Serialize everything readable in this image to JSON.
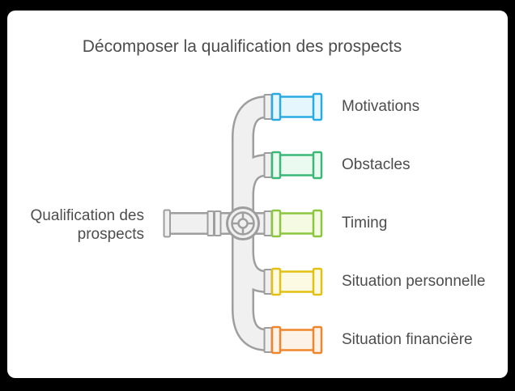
{
  "palette": {
    "background": "#000000",
    "panel": "#ffffff",
    "text": "#4d4d4d",
    "pipe_fill": "#f0f0f0",
    "pipe_stroke": "#9e9e9e"
  },
  "title": {
    "text": "Décomposer la qualification des prospects"
  },
  "source": {
    "line1": "Qualification des",
    "line2": "prospects"
  },
  "branches": [
    {
      "label": "Motivations",
      "stroke": "#29abe2",
      "fill": "#e6f6fd"
    },
    {
      "label": "Obstacles",
      "stroke": "#3bb878",
      "fill": "#eafaf1"
    },
    {
      "label": "Timing",
      "stroke": "#8cc63f",
      "fill": "#f5fae3"
    },
    {
      "label": "Situation personnelle",
      "stroke": "#e3c113",
      "fill": "#fdfae4"
    },
    {
      "label": "Situation financière",
      "stroke": "#f0862b",
      "fill": "#fdf2e7"
    }
  ],
  "icons": {
    "valve_wheel": "valve-wheel-icon",
    "pipe_manifold": "pipe-manifold-icon"
  }
}
